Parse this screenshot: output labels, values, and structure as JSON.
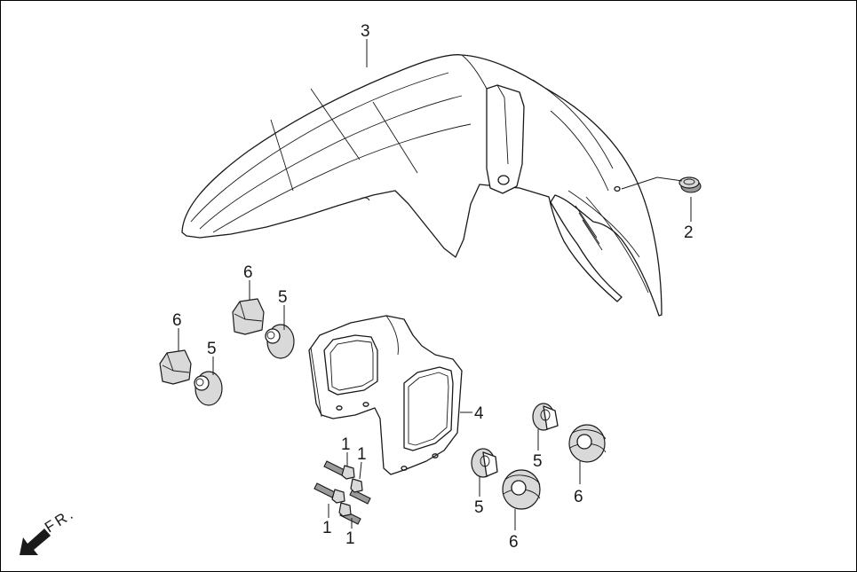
{
  "callouts": {
    "c3": "3",
    "c2": "2",
    "c4": "4",
    "c6a": "6",
    "c5a": "5",
    "c6b": "6",
    "c5b": "5",
    "c1a": "1",
    "c1b": "1",
    "c1c": "1",
    "c1d": "1",
    "c5c": "5",
    "c6c": "6",
    "c5d": "5",
    "c6d": "6"
  },
  "direction_label": "FR.",
  "icons": {
    "direction": "arrow-down-left-icon"
  },
  "colors": {
    "line": "#1a1a1a",
    "background": "#ffffff",
    "shade": "#d9d9d9"
  }
}
